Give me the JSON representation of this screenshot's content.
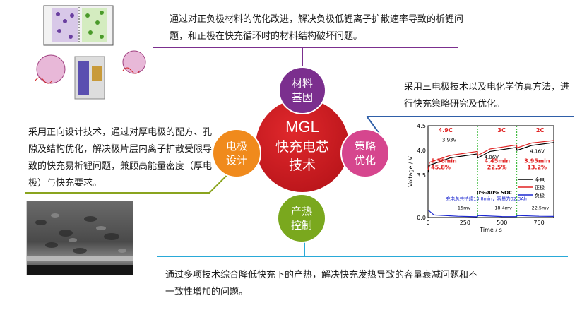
{
  "notes": {
    "top": "通过对正负极材料的优化改进，解决负极低锂离子扩散速率导致的析锂问题，和正极在快充循环时的材料结构破坏问题。",
    "right": "采用三电极技术以及电化学仿真方法，进行快充策略研究及优化。",
    "left": "采用正向设计技术，通过对厚电极的配方、孔隙及结构优化，解决极片层内离子扩散受限导致的快充易析锂问题，兼顾高能量密度（厚电极）与快充要求。",
    "bottom": "通过多项技术综合降低快充下的产热，解决快充发热导致的容量衰减问题和不一致性增加的问题。"
  },
  "center": {
    "line1": "MGL",
    "line2": "快充电芯",
    "line3": "技术"
  },
  "satellites": {
    "top": {
      "line1": "材料",
      "line2": "基因",
      "color": "#7b2f8e"
    },
    "right": {
      "line1": "策略",
      "line2": "优化",
      "color": "#d6468e"
    },
    "left": {
      "line1": "电极",
      "line2": "设计",
      "color": "#f08a1c"
    },
    "bottom": {
      "line1": "产热",
      "line2": "控制",
      "color": "#7aa81e"
    }
  },
  "colors": {
    "center": "#c0161c",
    "top_line": "#7b2f8e",
    "right_line": "#2f5fa8",
    "left_line": "#8aa41e",
    "bottom_line": "#29a9d8"
  },
  "chart_data": {
    "type": "line",
    "xlabel": "Time / s",
    "ylabel": "Voltage / V",
    "xlim": [
      0,
      850
    ],
    "ylim": [
      0.0,
      4.5
    ],
    "xticks": [
      "0",
      "250",
      "500",
      "750"
    ],
    "yticks": [
      "0.0",
      "3.5",
      "4.0",
      "4.5"
    ],
    "stage_labels": [
      "4.9C",
      "3C",
      "2C"
    ],
    "annotations": {
      "v1": "3.93V",
      "v2": "4.06V",
      "v3": "4.16V",
      "t1": "5.56min",
      "p1": "45.8%",
      "t2": "4.45min",
      "p2": "22.5%",
      "t3": "3.95min",
      "p3": "13.2%",
      "soc": "0%-80% SOC",
      "summary": "充电总共持续13.8min，容量为32.3Ah",
      "m1": "15mv",
      "m2": "18.4mv",
      "m3": "22.5mv"
    },
    "boundaries": [
      335,
      600
    ],
    "series": [
      {
        "name": "全电",
        "color": "#000000",
        "x": [
          0,
          10,
          150,
          334,
          336,
          420,
          599,
          601,
          700,
          850
        ],
        "y": [
          3.55,
          3.7,
          3.85,
          3.93,
          3.85,
          3.98,
          4.06,
          4.0,
          4.1,
          4.16
        ]
      },
      {
        "name": "正极",
        "color": "#e02020",
        "x": [
          0,
          10,
          150,
          334,
          336,
          420,
          599,
          601,
          700,
          850
        ],
        "y": [
          3.6,
          3.76,
          3.9,
          3.98,
          3.9,
          4.03,
          4.11,
          4.05,
          4.15,
          4.2
        ]
      },
      {
        "name": "负极",
        "color": "#1c28d0",
        "x": [
          0,
          40,
          200,
          334,
          336,
          500,
          599,
          601,
          750,
          850
        ],
        "y": [
          0.15,
          0.05,
          0.025,
          0.015,
          0.04,
          0.02,
          0.0184,
          0.04,
          0.025,
          0.0225
        ]
      }
    ]
  }
}
